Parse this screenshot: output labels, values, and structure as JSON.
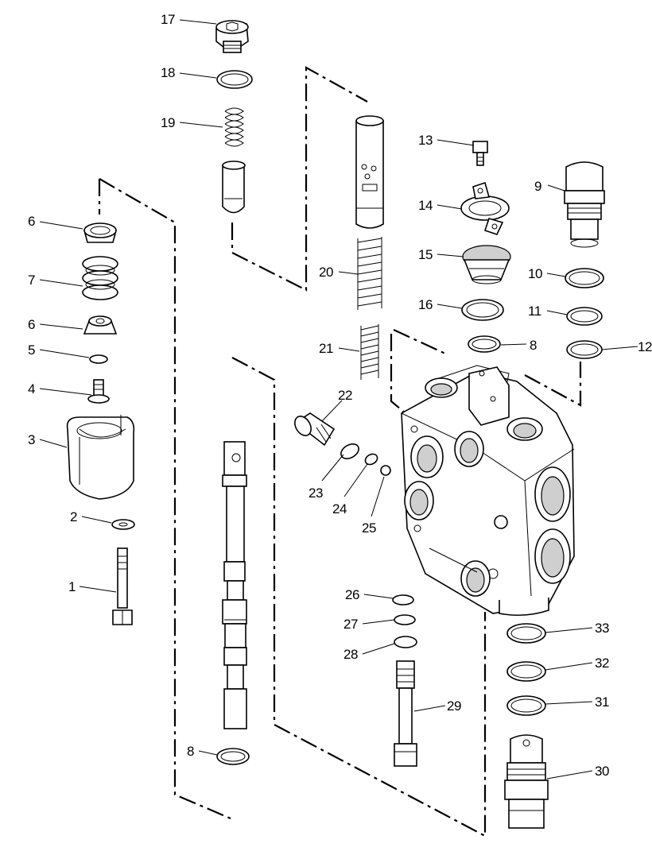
{
  "callouts": [
    {
      "id": "c17",
      "label": "17"
    },
    {
      "id": "c18",
      "label": "18"
    },
    {
      "id": "c19",
      "label": "19"
    },
    {
      "id": "c6a",
      "label": "6"
    },
    {
      "id": "c7",
      "label": "7"
    },
    {
      "id": "c6b",
      "label": "6"
    },
    {
      "id": "c5",
      "label": "5"
    },
    {
      "id": "c4",
      "label": "4"
    },
    {
      "id": "c3",
      "label": "3"
    },
    {
      "id": "c2",
      "label": "2"
    },
    {
      "id": "c1",
      "label": "1"
    },
    {
      "id": "c8a",
      "label": "8"
    },
    {
      "id": "c20",
      "label": "20"
    },
    {
      "id": "c21",
      "label": "21"
    },
    {
      "id": "c22",
      "label": "22"
    },
    {
      "id": "c23",
      "label": "23"
    },
    {
      "id": "c24",
      "label": "24"
    },
    {
      "id": "c25",
      "label": "25"
    },
    {
      "id": "c26",
      "label": "26"
    },
    {
      "id": "c27",
      "label": "27"
    },
    {
      "id": "c28",
      "label": "28"
    },
    {
      "id": "c29",
      "label": "29"
    },
    {
      "id": "c13",
      "label": "13"
    },
    {
      "id": "c14",
      "label": "14"
    },
    {
      "id": "c15",
      "label": "15"
    },
    {
      "id": "c16",
      "label": "16"
    },
    {
      "id": "c8b",
      "label": "8"
    },
    {
      "id": "c9",
      "label": "9"
    },
    {
      "id": "c10",
      "label": "10"
    },
    {
      "id": "c11",
      "label": "11"
    },
    {
      "id": "c12",
      "label": "12"
    },
    {
      "id": "c33",
      "label": "33"
    },
    {
      "id": "c32",
      "label": "32"
    },
    {
      "id": "c31",
      "label": "31"
    },
    {
      "id": "c30",
      "label": "30"
    }
  ]
}
